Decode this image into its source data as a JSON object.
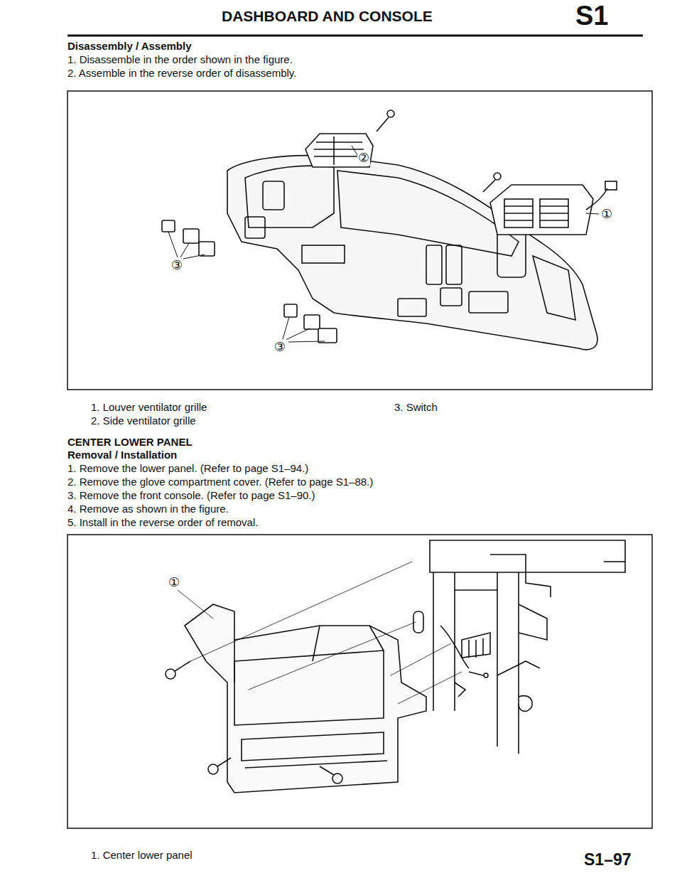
{
  "diagram": {
    "title": "DASHBOARD AND CONSOLE",
    "labels": [
      "S1",
      "Disassembly / Assembly",
      "1. Disassemble in the order shown in the figure.",
      "2. Assemble in the reverse order of disassembly.",
      "②",
      "①",
      "③",
      "③",
      "1. Louver ventilator grille",
      "3. Switch",
      "2. Side ventilator grille",
      "CENTER LOWER PANEL",
      "Removal / Installation",
      "1. Remove the lower panel. (Refer to page S1–94.)",
      "2. Remove the glove compartment cover. (Refer to page S1–88.)",
      "3. Remove the front console. (Refer to page S1–90.)",
      "4. Remove as shown in the figure.",
      "5. Install in the reverse order of removal.",
      "①",
      "1. Center lower panel",
      "S1–97"
    ]
  }
}
